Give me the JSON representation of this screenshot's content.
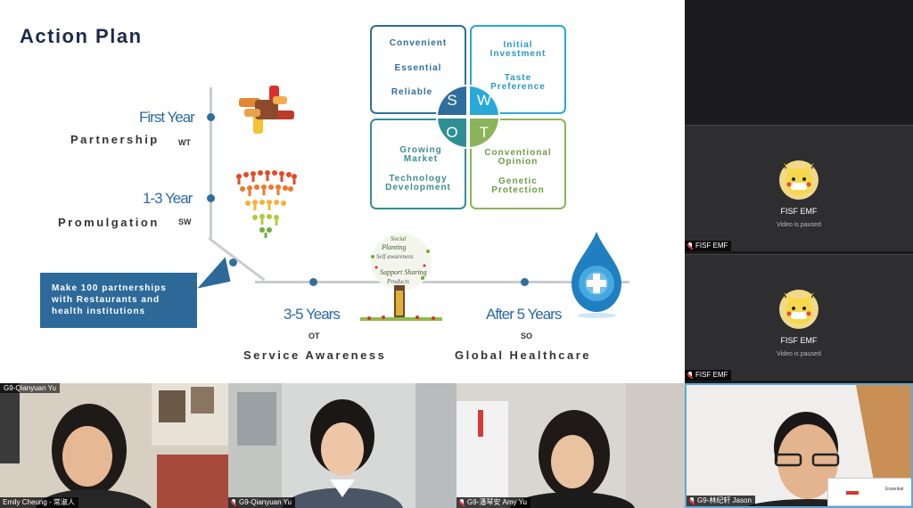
{
  "slide": {
    "title": "Action Plan",
    "timeline": [
      {
        "year": "First Year",
        "phase": "Partnership",
        "code": "WT"
      },
      {
        "year": "1-3 Year",
        "phase": "Promulgation",
        "code": "SW"
      },
      {
        "year": "3-5 Years",
        "phase": "Service Awareness",
        "code": "OT"
      },
      {
        "year": "After 5 Years",
        "phase": "Global Healthcare",
        "code": "SO"
      }
    ],
    "callout_lines": [
      "Make 100 partnerships",
      "with Restaurants and",
      "health institutions"
    ],
    "swot": {
      "letters": {
        "s": "S",
        "w": "W",
        "o": "O",
        "t": "T"
      },
      "strengths": [
        "Convenient",
        "Essential",
        "Reliable"
      ],
      "weaknesses": [
        "Initial",
        "Investment",
        "Taste",
        "Preference"
      ],
      "opportunities": [
        "Growing",
        "Market",
        "Technology",
        "Development"
      ],
      "threats": [
        "Conventional",
        "Opinion",
        "Genetic",
        "Protection"
      ]
    },
    "tree_words": [
      "Social",
      "Planting",
      "Self awareness",
      "Support Sharing",
      "Products"
    ]
  },
  "side_participants": [
    {
      "name": "FISF EMF",
      "status": "Video is paused",
      "tag": "FISF EMF"
    },
    {
      "name": "FISF EMF",
      "status": "Video is paused",
      "tag": "FISF EMF"
    }
  ],
  "bottom_participants": [
    {
      "tag": "Emily Cheung - 常淑人",
      "top_tag": "G9-Qianyuan Yu"
    },
    {
      "tag": "G9-Qianyuan Yu",
      "top_tag": ""
    },
    {
      "tag": "G9-潘琴安 Amy Yu",
      "top_tag": ""
    },
    {
      "tag": "G9-林纪轩 Jason",
      "top_tag": ""
    }
  ],
  "overlay": {
    "label": "Essential"
  },
  "colors": {
    "accent_blue": "#2d6a9a",
    "panel_dark": "#2e2e31",
    "timeline_line": "#c9ccd1"
  }
}
